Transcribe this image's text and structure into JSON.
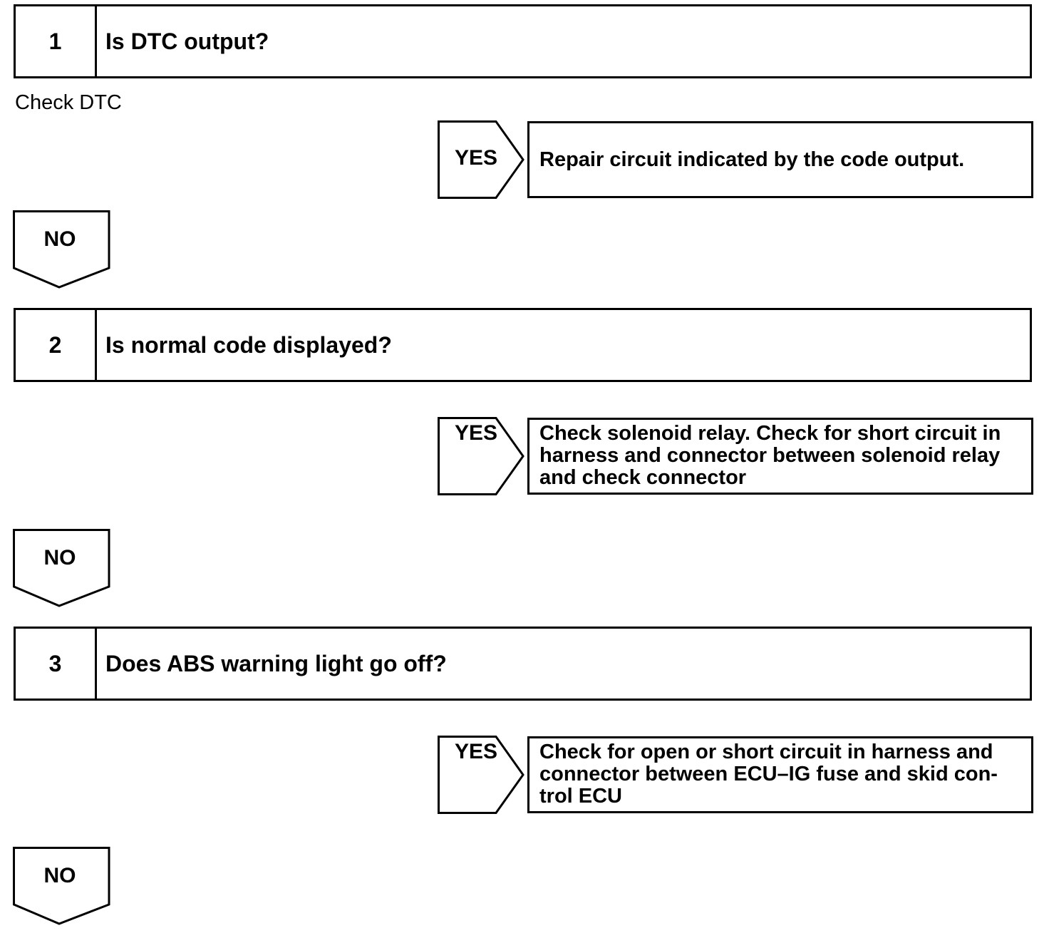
{
  "steps": [
    {
      "number": "1",
      "question": "Is DTC output?",
      "note": "Check DTC",
      "yes_label": "YES",
      "yes_result": "Repair circuit indicated by the code output.",
      "no_label": "NO"
    },
    {
      "number": "2",
      "question": "Is normal code displayed?",
      "yes_label": "YES",
      "yes_result": "Check solenoid relay. Check for short circuit in harness and connector between solenoid relay and check connector",
      "no_label": "NO"
    },
    {
      "number": "3",
      "question": "Does ABS warning light go off?",
      "yes_label": "YES",
      "yes_result": "Check for open or short circuit in harness and connector between ECU–IG fuse and skid con-trol ECU",
      "no_label": "NO"
    }
  ]
}
